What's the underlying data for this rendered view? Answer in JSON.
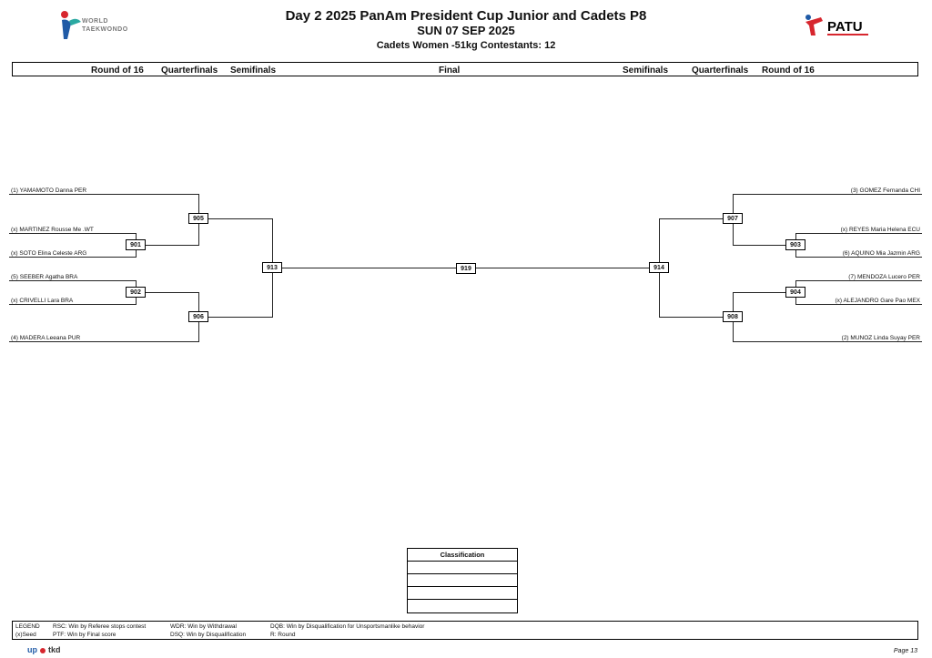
{
  "header": {
    "title": "Day 2 2025 PanAm President Cup  Junior and Cadets P8",
    "date": "SUN 07 SEP 2025",
    "division": "Cadets  Women -51kg  Contestants: 12",
    "left_logo_line1": "WORLD",
    "left_logo_line2": "TAEKWONDO",
    "right_logo": "PATU"
  },
  "rounds_left": [
    "Round of 16",
    "Quarterfinals",
    "Semifinals"
  ],
  "round_final": "Final",
  "rounds_right": [
    "Semifinals",
    "Quarterfinals",
    "Round of 16"
  ],
  "left_athletes": [
    "(1) YAMAMOTO Danna PER",
    "(x) MARTINEZ Rousse Me .WT",
    "(x) SOTO Elina Celeste ARG",
    "(5) SEEBER Agatha BRA",
    "(x) CRIVELLI Lara BRA",
    "(4) MADERA Leeana PUR"
  ],
  "right_athletes": [
    "(3) GOMEZ Fernanda CHI",
    "(x) REYES Maria Helena ECU",
    "(6) AQUINO Mia Jazmin ARG",
    "(7) MENDOZA Lucero PER",
    "(x) ALEJANDRO Gare Pao MEX",
    "(2) MUNOZ Linda Suyay PER"
  ],
  "matches": {
    "m901": "901",
    "m902": "902",
    "m903": "903",
    "m904": "904",
    "m905": "905",
    "m906": "906",
    "m907": "907",
    "m908": "908",
    "m913": "913",
    "m914": "914",
    "m919": "919"
  },
  "classification": {
    "title": "Classification"
  },
  "legend": {
    "label": "LEGEND",
    "seed": "(x)Seed",
    "rsc": "RSC: Win by Referee stops contest",
    "ptf": "PTF: Win by Final score",
    "wdr": "WDR: Win by Withdrawal",
    "dsq": "DSQ: Win by Disqualification",
    "dqb": "DQB: Win by Disqualification for Unsportsmanlike behavior",
    "round": "R: Round"
  },
  "footer": {
    "brand_left": "up",
    "brand_right": "tkd",
    "page": "Page 13"
  },
  "colors": {
    "accent_red": "#d7262e",
    "accent_blue": "#1f5aa6",
    "line": "#222222"
  }
}
